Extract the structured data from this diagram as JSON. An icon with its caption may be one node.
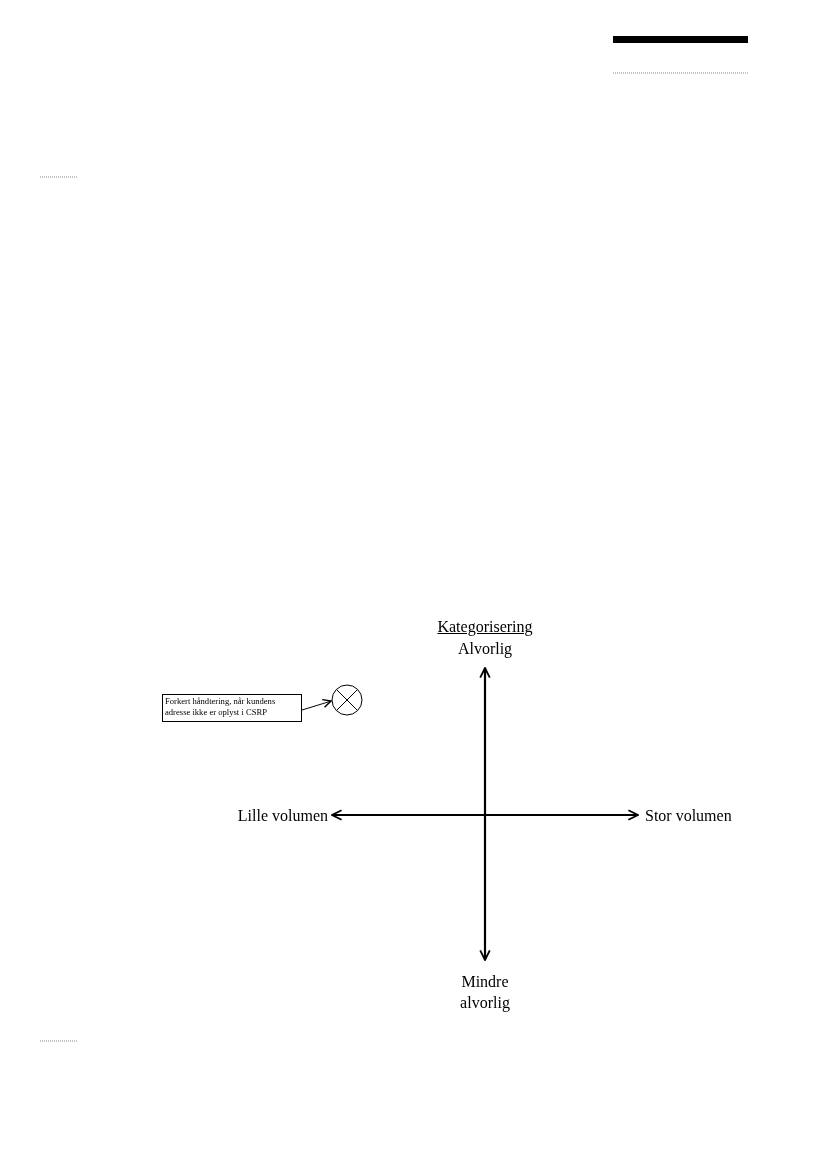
{
  "diagram": {
    "nodes": [
      {
        "text": [
          "Forkert håndtering, når kundens adresse ikke er oplyst i CSRP"
        ]
      },
      {
        "text": [],
        "shape": "circle"
      }
    ],
    "edges": [
      {
        "from": 0,
        "to": 1,
        "arrow": "to"
      }
    ],
    "labels": [
      "Kategorisering",
      "Alvorlig",
      "Lille volumen",
      "Stor volumen",
      "Mindre alvorlig"
    ]
  }
}
